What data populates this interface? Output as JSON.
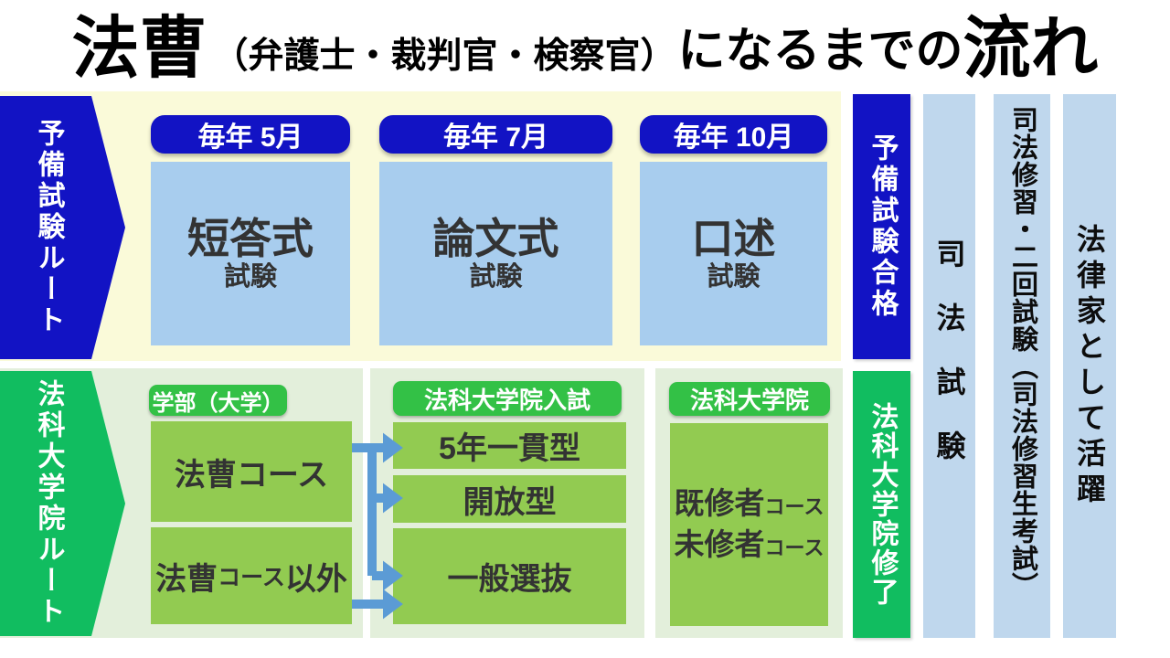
{
  "title": {
    "main": "法曹",
    "paren": "（弁護士・裁判官・検察官）",
    "middle": "になるまでの",
    "tail": "流れ"
  },
  "top_route": {
    "arrow_label": "予備試験ルート",
    "result_label": "予備試験合格"
  },
  "bottom_route": {
    "arrow_label": "法科大学院ルート",
    "result_label": "法科大学院修了"
  },
  "exams": [
    {
      "period": "毎年 5月",
      "name": "短答式",
      "sub": "試験"
    },
    {
      "period": "毎年 7月",
      "name": "論文式",
      "sub": "試験"
    },
    {
      "period": "毎年 10月",
      "name": "口述",
      "sub": "試験"
    }
  ],
  "gakubu": {
    "header": "学部（大学）",
    "course1": "法曹コース",
    "course2_prefix": "法曹",
    "course2_small": "コース",
    "course2_suffix": "以外"
  },
  "nyushi": {
    "header": "法科大学院入試",
    "items": [
      "5年一貫型",
      "開放型",
      "一般選抜"
    ]
  },
  "law_school": {
    "header": "法科大学院",
    "line1_main": "既修者",
    "line1_small": "コース",
    "line2_main": "未修者",
    "line2_small": "コース"
  },
  "stages": [
    {
      "label": "司法試験"
    },
    {
      "label": "司法修習・二回試験（司法修習生考試）"
    },
    {
      "label": "法律家として活躍"
    }
  ],
  "colors": {
    "dark_blue": "#1213C4",
    "light_blue_box": "#A8CDEE",
    "pale_blue_column": "#BFD7ED",
    "cream_band": "#FAFAD9",
    "pale_green_band": "#E3EFDB",
    "green_header": "#33C146",
    "emerald_green": "#11BD60",
    "yellow_green_box": "#92CB51",
    "connector_blue": "#5B9BD5"
  }
}
